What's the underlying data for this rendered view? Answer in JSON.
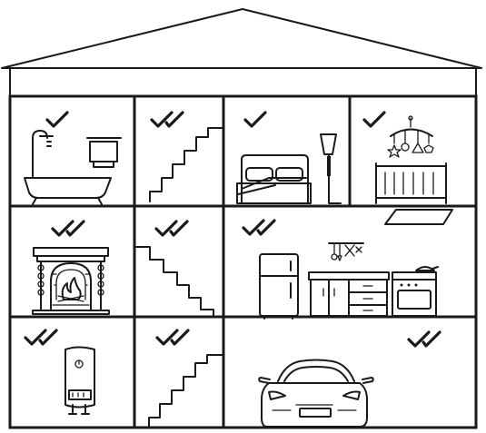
{
  "house": {
    "rooms": [
      {
        "id": "bathroom",
        "marker": "single-check"
      },
      {
        "id": "stairs-top",
        "marker": "double-check"
      },
      {
        "id": "bedroom",
        "marker": "single-check"
      },
      {
        "id": "nursery",
        "marker": "single-check"
      },
      {
        "id": "living-room",
        "marker": "double-check"
      },
      {
        "id": "stairs-middle",
        "marker": "double-check"
      },
      {
        "id": "kitchen",
        "marker": "double-check"
      },
      {
        "id": "utility-room",
        "marker": "double-check"
      },
      {
        "id": "stairs-bottom",
        "marker": "double-check"
      },
      {
        "id": "garage",
        "marker": "double-check"
      }
    ]
  },
  "colors": {
    "line": "#1a1a1a",
    "background": "#ffffff"
  }
}
